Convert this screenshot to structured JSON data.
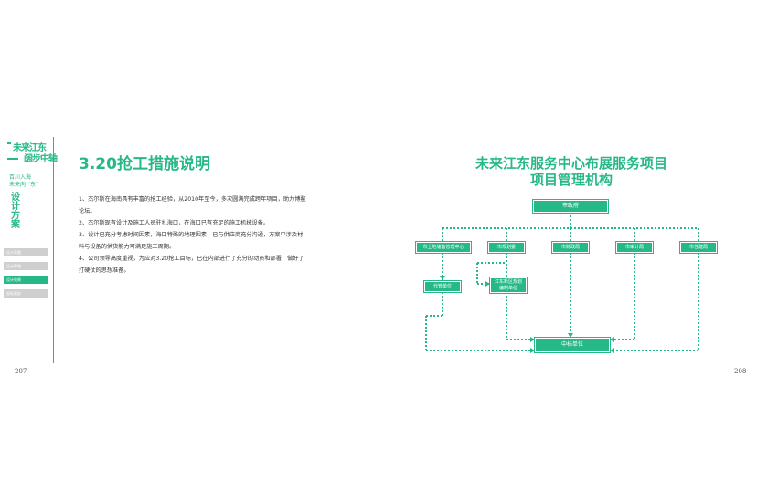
{
  "sidebar": {
    "logo_line1": "未来江东",
    "logo_line2": "阔步中轴",
    "tagline1": "百川入海",
    "tagline2": "未来向 “东”",
    "section_title": [
      "设",
      "计",
      "方",
      "案"
    ],
    "nav_items": [
      "设计背景",
      "设计策略",
      "设计效果",
      "投标服务"
    ],
    "active_nav_index": 2
  },
  "left_page": {
    "title": "3.20抢工措施说明",
    "paragraphs": [
      "1、杰尔斯在海南具有丰富的抢工经验，从2010年至今，多次圆满完成跨年项目，助力博鳌论坛。",
      "2、杰尔斯现有设计及施工人员驻扎海口，在海口已有充足的施工机械设备。",
      "3、设计已充分考虑时间因素，海口特殊的地理因素，已与供应商充分沟通，方案中涉及材料与设备的供货能力可满足施工周期。",
      "4、公司领导高度重视，为应对3.20抢工目标，已在内部进行了充分的动员和部署，做好了打硬仗的思想准备。"
    ],
    "page_number": "207"
  },
  "right_page": {
    "title_line1": "未来江东服务中心布展服务项目",
    "title_line2": "项目管理机构",
    "page_number": "208",
    "org_chart": {
      "top": "市政府",
      "level2": [
        "市土地储备管理中心",
        "市规划委",
        "市财政局",
        "市审计局",
        "市住建局"
      ],
      "agent": "代管单位",
      "planning": "江东新区规划编制单位",
      "bottom": "中标单位"
    }
  }
}
